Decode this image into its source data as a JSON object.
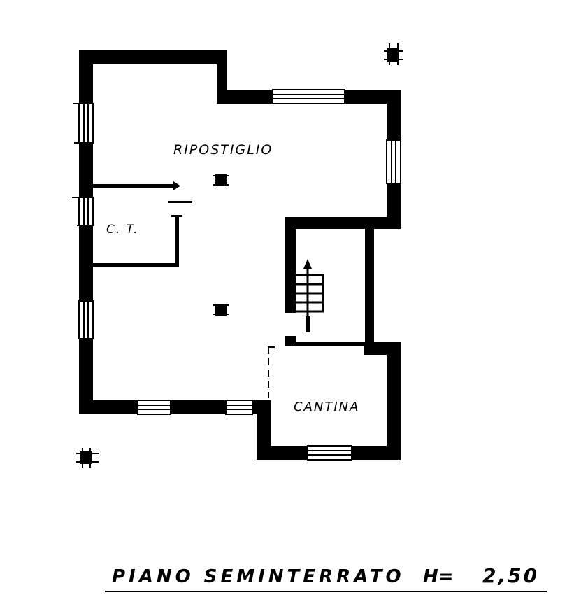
{
  "plan": {
    "rooms": {
      "ripostiglio": "RIPOSTIGLIO",
      "ct": "C. T.",
      "cantina": "CANTINA"
    },
    "title": "PIANO SEMINTERRATO",
    "height_label": "H=",
    "height_value": "2,50"
  },
  "colors": {
    "ink": "#000000",
    "paper": "#ffffff"
  }
}
